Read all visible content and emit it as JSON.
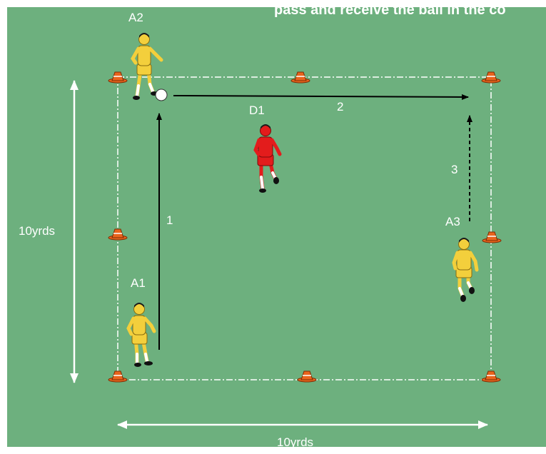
{
  "caption": "pass and receive the ball in the co",
  "dimensions": {
    "vertical": "10yrds",
    "horizontal": "10yrds"
  },
  "players": {
    "a1": {
      "label": "A1",
      "team": "attacker"
    },
    "a2": {
      "label": "A2",
      "team": "attacker",
      "has_ball": true
    },
    "a3": {
      "label": "A3",
      "team": "attacker"
    },
    "d1": {
      "label": "D1",
      "team": "defender"
    }
  },
  "moves": {
    "m1": {
      "label": "1",
      "type": "pass"
    },
    "m2": {
      "label": "2",
      "type": "pass"
    },
    "m3": {
      "label": "3",
      "type": "run"
    }
  },
  "colors": {
    "pitch": "#6db07e",
    "attacker_kit": "#f3cf3c",
    "defender_kit": "#e31c1c",
    "cone": "#e8641c",
    "lines": "#ffffff",
    "arrows": "#000000"
  }
}
